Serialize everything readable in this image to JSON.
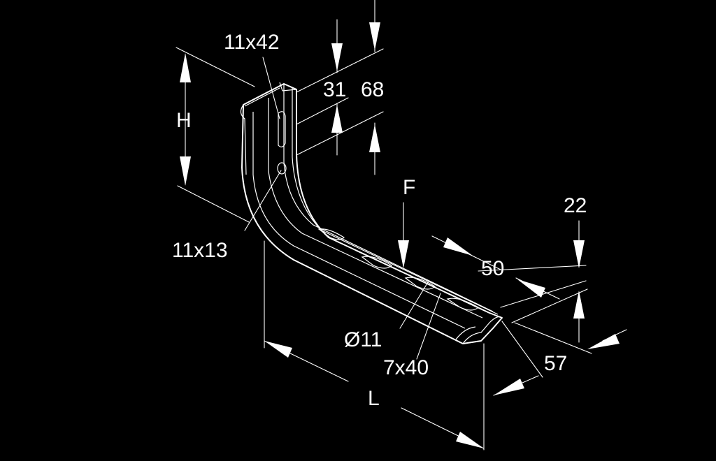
{
  "colors": {
    "background": "#000000",
    "line": "#ffffff"
  },
  "labels": {
    "slot_top": "11x42",
    "height": "H",
    "dim_31": "31",
    "dim_68": "68",
    "slot_side": "11x13",
    "force": "F",
    "dim_22": "22",
    "dim_50": "50",
    "hole_dia": "Ø11",
    "slot_long": "7x40",
    "dim_57": "57",
    "length": "L"
  }
}
